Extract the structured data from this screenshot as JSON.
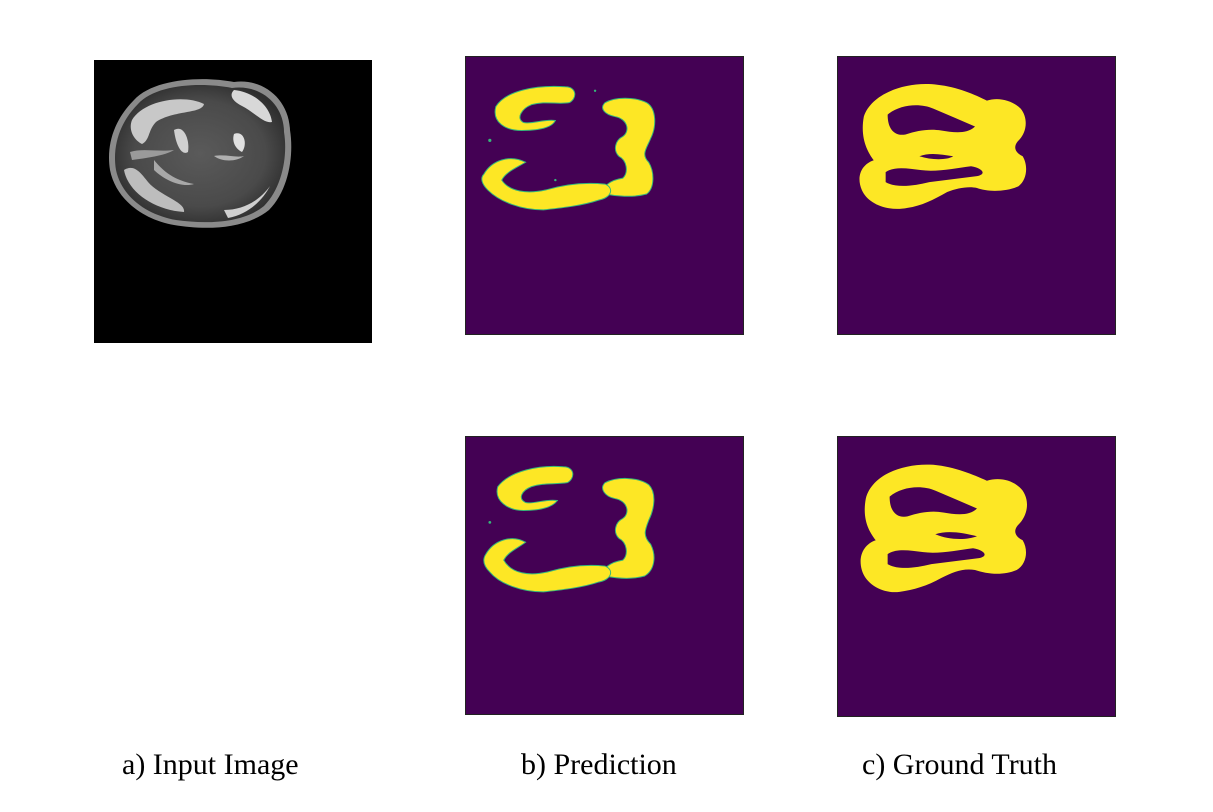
{
  "captions": {
    "input": "a) Input Image",
    "prediction": "b) Prediction",
    "ground_truth": "c) Ground Truth"
  },
  "colors": {
    "mask_background": "#440154",
    "mask_foreground": "#fde725",
    "mask_edge": "#35b779",
    "input_background": "#000000"
  },
  "panels": [
    {
      "id": "input",
      "content": "fetal brain MRI slice"
    },
    {
      "id": "prediction-top",
      "content": "segmentation mask"
    },
    {
      "id": "ground-truth-top",
      "content": "segmentation mask"
    },
    {
      "id": "prediction-bottom",
      "content": "segmentation mask"
    },
    {
      "id": "ground-truth-bottom",
      "content": "segmentation mask"
    }
  ]
}
